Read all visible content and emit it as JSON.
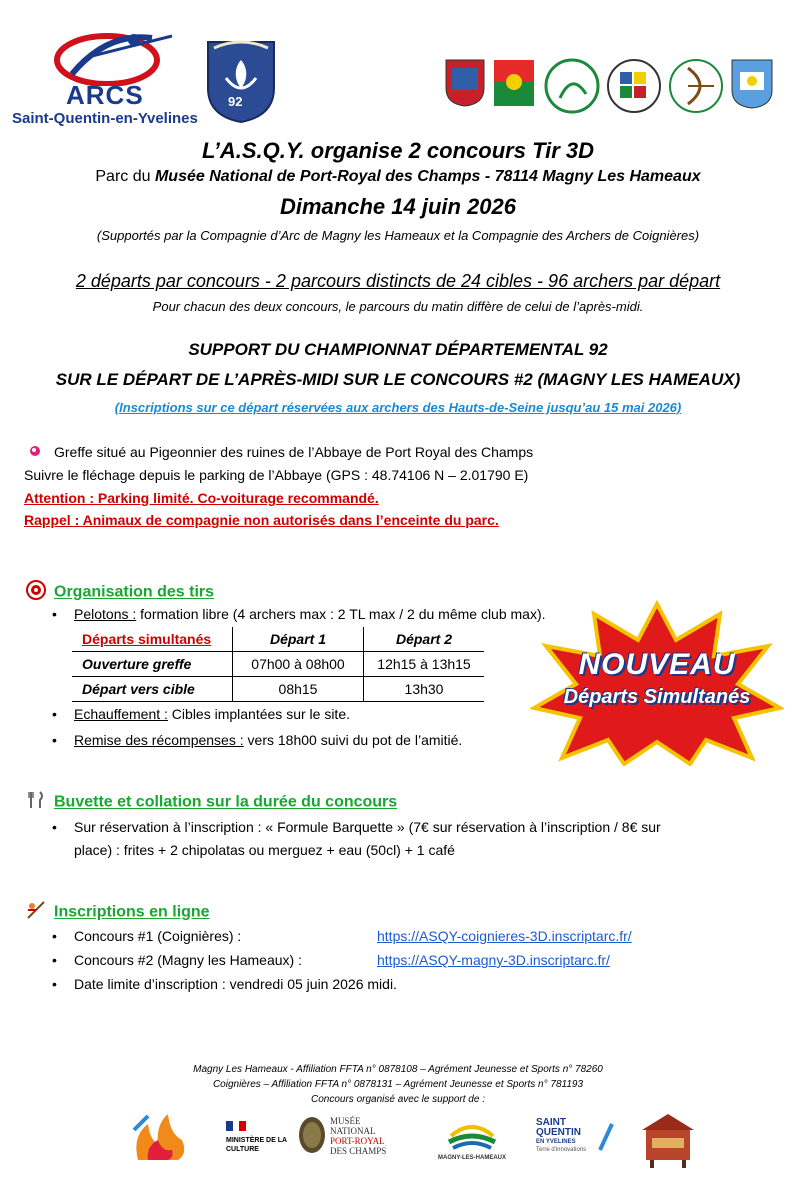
{
  "header": {
    "arcs_brand": "ARCS",
    "arcs_sub": "Saint-Quentin-en-Yvelines",
    "crest_number": "92"
  },
  "title": "L’A.S.Q.Y. organise 2 concours Tir 3D",
  "subtitle_prefix": "Parc du ",
  "subtitle_bold": "Musée National de Port-Royal des Champs - 78114 Magny Les Hameaux",
  "date": "Dimanche 14 juin 2026",
  "support": "(Supportés par la Compagnie d’Arc de Magny les Hameaux et la Compagnie des Archers de Coignières)",
  "departs": "2 départs par concours - 2 parcours distincts de 24 cibles - 96 archers par départ",
  "departs_note": "Pour chacun des deux concours, le parcours du matin diffère de celui de l’après-midi.",
  "championship": {
    "line1": "SUPPORT DU CHAMPIONNAT DÉPARTEMENTAL 92",
    "line2": "SUR LE DÉPART DE L’APRÈS-MIDI SUR LE CONCOURS #2 (MAGNY LES HAMEAUX)",
    "note": "(Inscriptions sur ce départ réservées aux archers des Hauts-de-Seine jusqu’au 15 mai 2026)"
  },
  "info": {
    "greffe": "Greffe situé au Pigeonnier des ruines de l’Abbaye de Port Royal des Champs",
    "flechage": "Suivre le fléchage depuis le parking de l’Abbaye (GPS : 48.74106 N – 2.01790 E)",
    "attention": "Attention : Parking limité. Co-voiturage recommandé.",
    "rappel": "Rappel : Animaux de compagnie non autorisés dans l’enceinte du parc."
  },
  "organisation": {
    "heading": "Organisation des tirs",
    "pelotons_label": "Pelotons :",
    "pelotons_text": " formation libre (4 archers max : 2 TL max / 2 du même club max).",
    "table": {
      "head": [
        "Départs simultanés",
        "Départ 1",
        "Départ 2"
      ],
      "rows": [
        [
          "Ouverture greffe",
          "07h00 à 08h00",
          "12h15 à 13h15"
        ],
        [
          "Départ vers cible",
          "08h15",
          "13h30"
        ]
      ]
    },
    "echauffement_label": "Echauffement :",
    "echauffement_text": " Cibles implantées sur le site.",
    "remise_label": "Remise des récompenses :",
    "remise_text": " vers 18h00 suivi du pot de l’amitié.",
    "badge_line1": "NOUVEAU",
    "badge_line2": "Départs Simultanés"
  },
  "buvette": {
    "heading": "Buvette et collation sur la durée du concours",
    "line1": "Sur réservation à l’inscription : « Formule Barquette » (7€ sur réservation à l’inscription / 8€ sur",
    "line2": "place) : frites + 2 chipolatas ou merguez + eau (50cl) + 1 café"
  },
  "inscriptions": {
    "heading": "Inscriptions en ligne",
    "c1_label": "Concours #1 (Coignières) :",
    "c1_link": "https://ASQY-coignieres-3D.inscriptarc.fr/",
    "c2_label": "Concours #2 (Magny les Hameaux) :",
    "c2_link": "https://ASQY-magny-3D.inscriptarc.fr/",
    "deadline": "Date limite d’inscription : vendredi 05 juin 2026 midi."
  },
  "footer": {
    "line1": "Magny Les Hameaux - Affiliation FFTA n° 0878108 – Agrément Jeunesse et Sports n° 78260",
    "line2": "Coignières – Affiliation FFTA n° 0878131 – Agrément Jeunesse et Sports n° 781193",
    "line3": "Concours organisé avec le support de :"
  },
  "sponsors": {
    "ministere": "MINISTÈRE DE LA CULTURE",
    "musee_1": "MUSÉE",
    "musee_2": "NATIONAL",
    "musee_3": "PORT-ROYAL",
    "musee_4": "DES CHAMPS",
    "magny": "MAGNY-LES-HAMEAUX",
    "sqy_1": "SAINT",
    "sqy_2": "QUENTIN",
    "sqy_3": "EN YVELINES",
    "sqy_4": "Terre d'innovations"
  },
  "colors": {
    "blue": "#1a3a8c",
    "green": "#18a832",
    "red": "#d00000",
    "link": "#1a5bd4",
    "note_blue": "#1a8ad4"
  }
}
